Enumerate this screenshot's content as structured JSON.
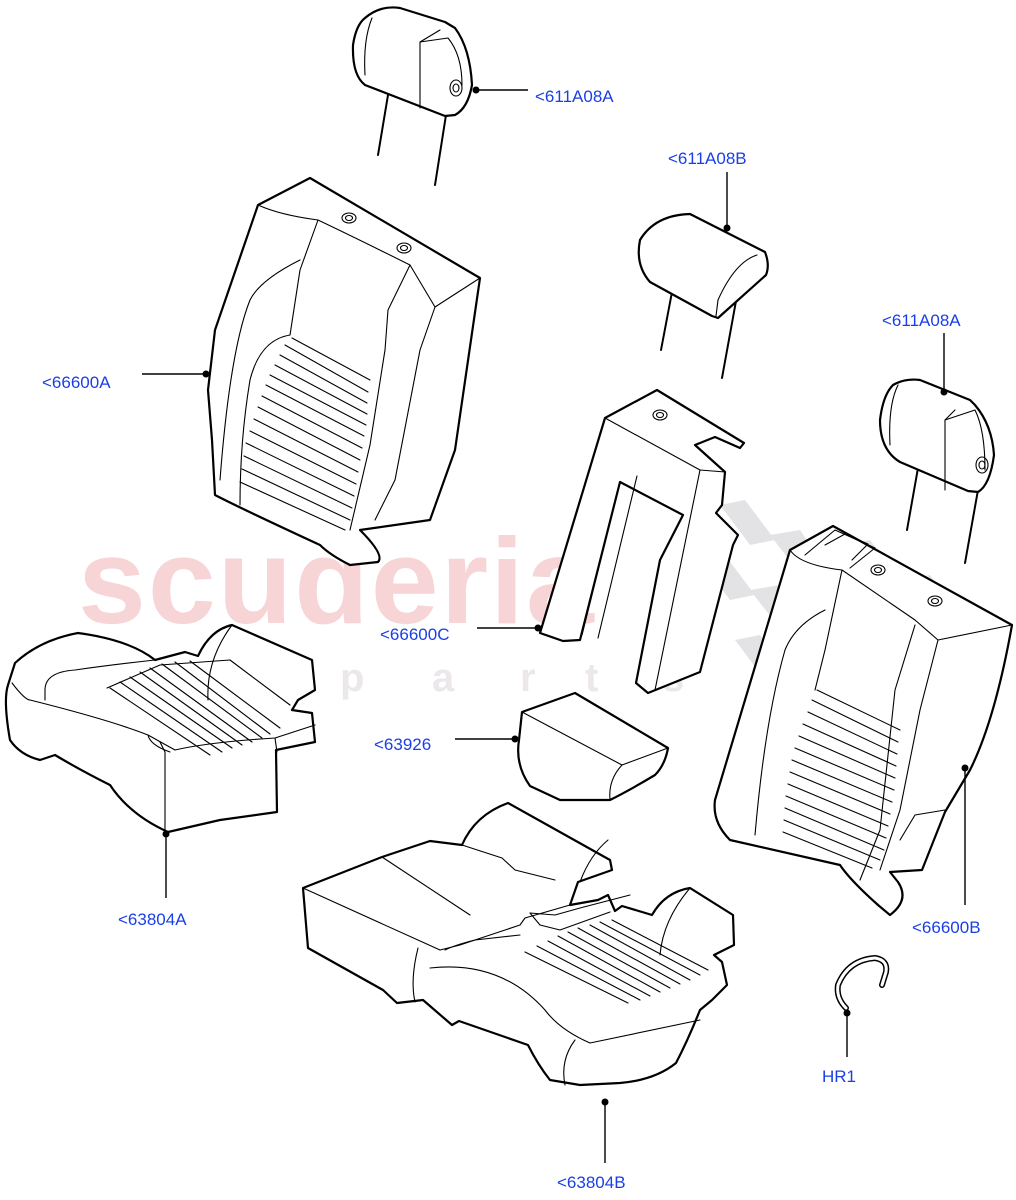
{
  "watermark": {
    "brand": "scuderia",
    "sub_letters": [
      "c",
      "a",
      "r",
      "p",
      "a",
      "r",
      "t",
      "s"
    ],
    "brand_color": "#f7d4d6",
    "sub_color": "#ebe7ea",
    "checker_color": "#e3e3e5"
  },
  "label_color": "#1a3fe6",
  "callouts": [
    {
      "id": "611A08A-top",
      "text": "<611A08A",
      "part": "headrest (outer, left)"
    },
    {
      "id": "611A08B",
      "text": "<611A08B",
      "part": "headrest (centre)"
    },
    {
      "id": "611A08A-right",
      "text": "<611A08A",
      "part": "headrest (outer, right)"
    },
    {
      "id": "66600A",
      "text": "<66600A",
      "part": "backrest cover (left)"
    },
    {
      "id": "66600C",
      "text": "<66600C",
      "part": "backrest cover (centre section)"
    },
    {
      "id": "63926",
      "text": "<63926",
      "part": "armrest cover"
    },
    {
      "id": "66600B",
      "text": "<66600B",
      "part": "backrest cover (right)"
    },
    {
      "id": "63804A",
      "text": "<63804A",
      "part": "cushion cover (left)"
    },
    {
      "id": "63804B",
      "text": "<63804B",
      "part": "cushion cover (right/double)"
    },
    {
      "id": "HR1",
      "text": "HR1",
      "part": "hog ring"
    }
  ]
}
